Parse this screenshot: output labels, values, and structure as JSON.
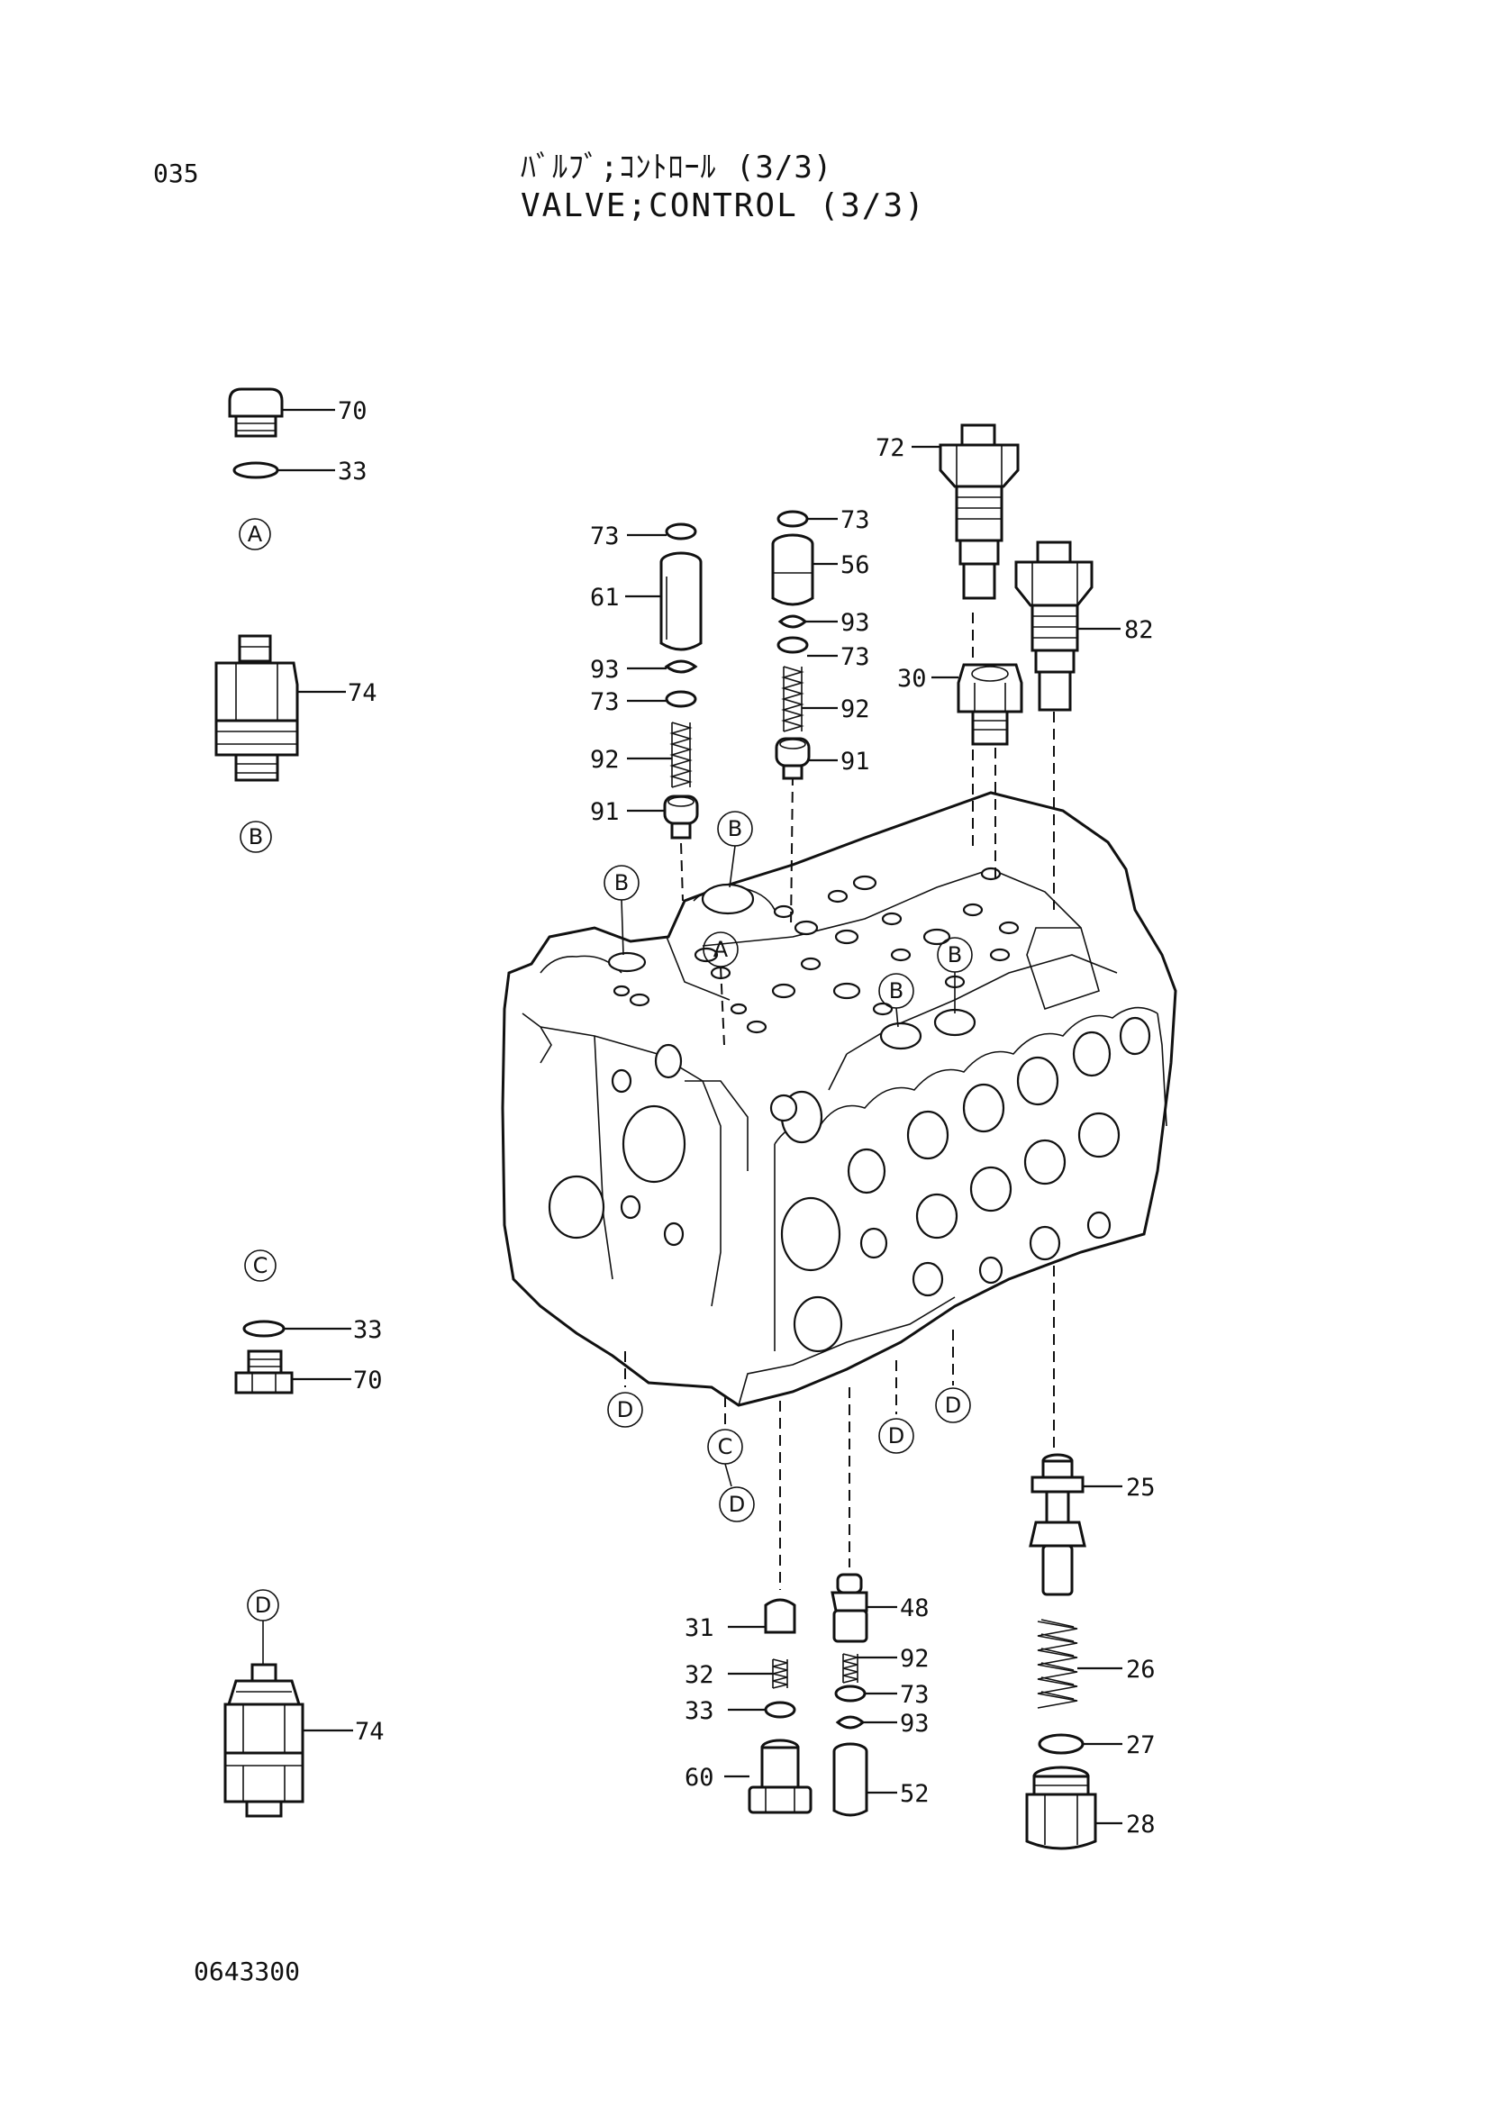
{
  "page_number": "035",
  "title_jp": "ﾊﾞﾙﾌﾞ;ｺﾝﾄﾛｰﾙ (3/3)",
  "title_en": "VALVE;CONTROL (3/3)",
  "drawing_number": "0643300",
  "callouts": {
    "A": "A",
    "B": "B",
    "C": "C",
    "D": "D"
  },
  "part_labels": {
    "p70": "70",
    "p33": "33",
    "p74": "74",
    "p72": "72",
    "p73": "73",
    "p61": "61",
    "p93": "93",
    "p92": "92",
    "p91": "91",
    "p56": "56",
    "p30": "30",
    "p82": "82",
    "p25": "25",
    "p26": "26",
    "p27": "27",
    "p28": "28",
    "p31": "31",
    "p32": "32",
    "p60": "60",
    "p48": "48",
    "p52": "52"
  }
}
